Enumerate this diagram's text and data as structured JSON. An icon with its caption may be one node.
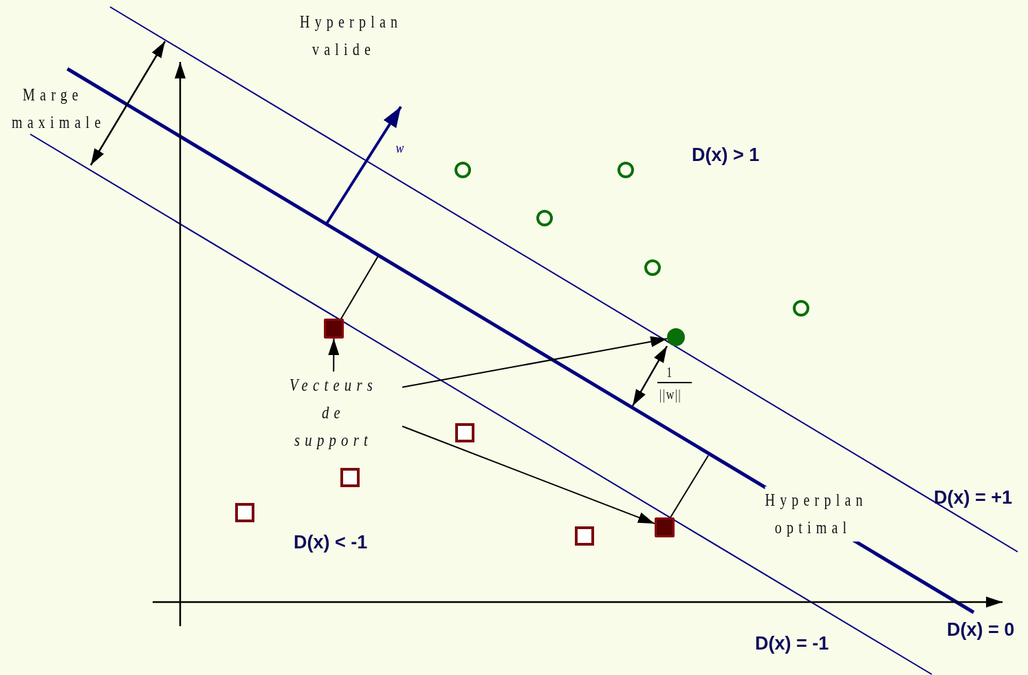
{
  "diagram": {
    "nodes": [
      {
        "text": [],
        "shape": "box"
      },
      {
        "text": [],
        "shape": "circle"
      },
      {
        "text": [
          "Vecteurs de support"
        ]
      },
      {
        "text": [],
        "shape": "box"
      }
    ],
    "edges": [
      {
        "from": 2,
        "to": 0,
        "arrow": "to"
      },
      {
        "from": 2,
        "to": 1,
        "arrow": "to"
      },
      {
        "from": 2,
        "to": 3,
        "arrow": "to"
      }
    ],
    "labels": [
      "Hyperplan valide",
      "Marge maximale",
      "w",
      "D(x) > 1",
      "1",
      "||w||",
      "Hyperplan optimal",
      "D(x) = +1",
      "D(x) < -1",
      "D(x) = -1",
      "D(x) = 0"
    ]
  }
}
